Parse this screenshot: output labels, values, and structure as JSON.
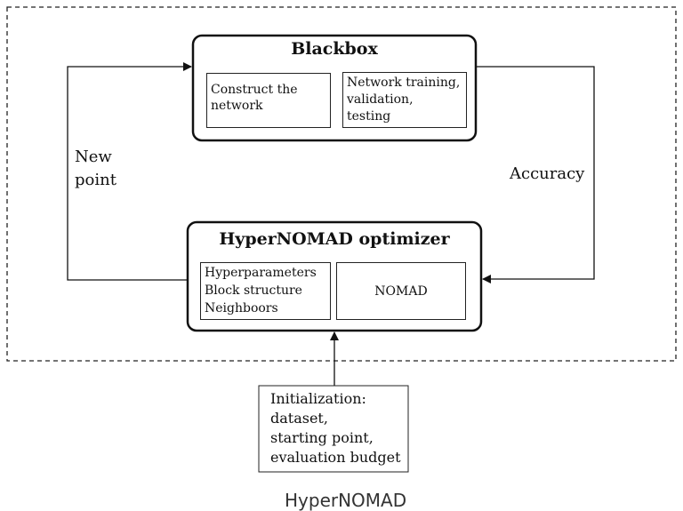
{
  "blackbox": {
    "title": "Blackbox",
    "construct_lines": [
      "Construct the",
      "network"
    ],
    "training_lines": [
      "Network training,",
      "validation,",
      "testing"
    ]
  },
  "optimizer": {
    "title": "HyperNOMAD optimizer",
    "params_lines": [
      "Hyperparameters",
      "Block structure",
      "Neighboors"
    ],
    "nomad_label": "NOMAD"
  },
  "edges": {
    "new_point_lines": [
      "New",
      "point"
    ],
    "accuracy_label": "Accuracy"
  },
  "initialization": {
    "lines": [
      "Initialization:",
      "dataset,",
      "starting point,",
      "evaluation budget"
    ]
  },
  "caption": "HyperNOMAD"
}
